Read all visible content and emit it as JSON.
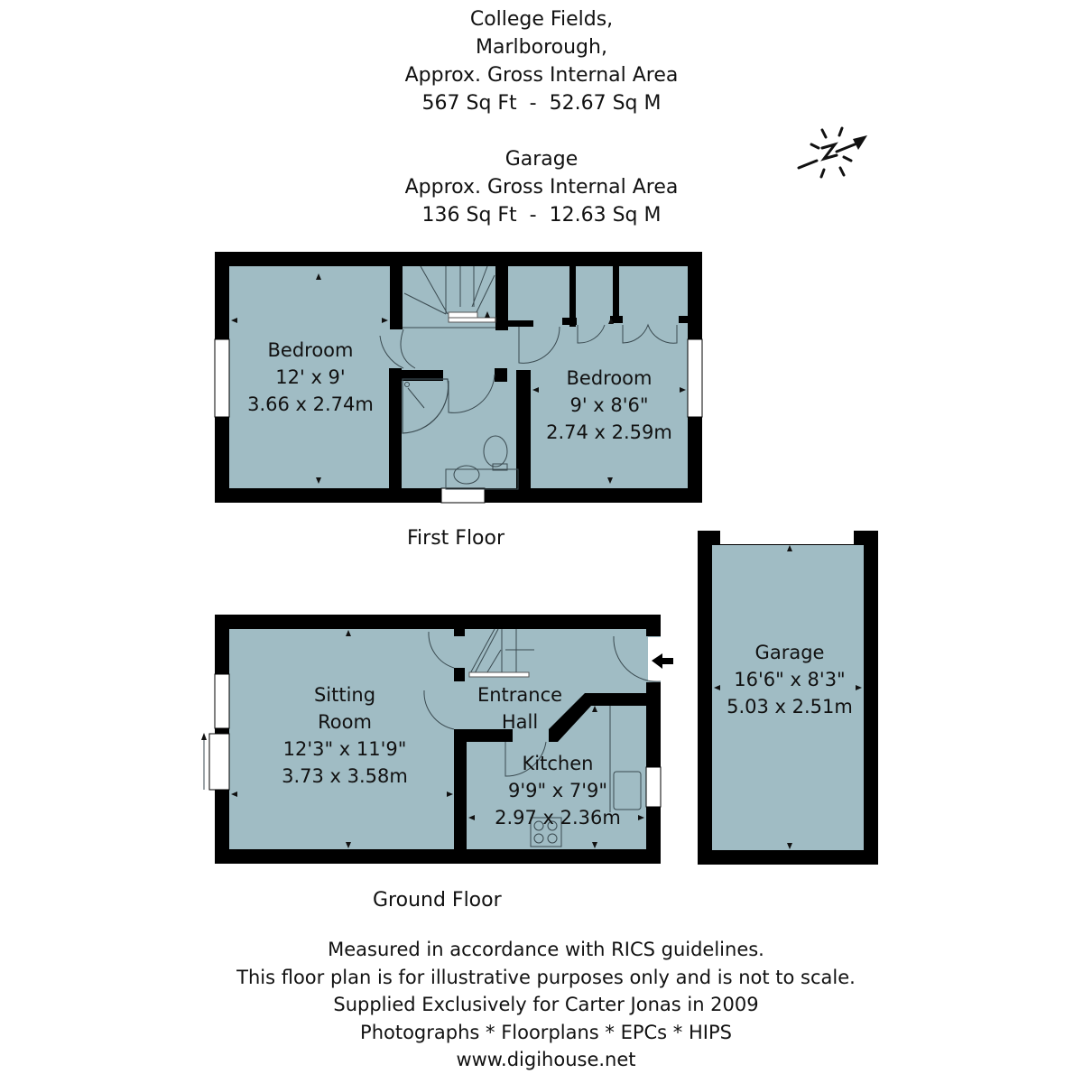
{
  "header": {
    "address_line1": "College Fields,",
    "address_line2": "Marlborough,",
    "area_label": "Approx. Gross Internal Area",
    "area_value": "567 Sq Ft  -  52.67 Sq M",
    "garage_title": "Garage",
    "garage_area_label": "Approx. Gross Internal Area",
    "garage_area_value": "136 Sq Ft  -  12.63 Sq M"
  },
  "compass": {
    "icon": "north-arrow-icon",
    "label": "N"
  },
  "colors": {
    "room_fill": "#a0bcc4",
    "wall": "#000000",
    "line": "#3a4a50",
    "window": "#ffffff"
  },
  "first_floor": {
    "title": "First Floor",
    "rooms": [
      {
        "name": "Bedroom",
        "imperial": "12' x 9'",
        "metric": "3.66 x 2.74m"
      },
      {
        "name": "Bedroom",
        "imperial": "9' x 8'6\"",
        "metric": "2.74 x 2.59m"
      }
    ]
  },
  "ground_floor": {
    "title": "Ground Floor",
    "rooms": [
      {
        "name_line1": "Sitting",
        "name_line2": "Room",
        "imperial": "12'3\" x 11'9\"",
        "metric": "3.73 x 3.58m"
      },
      {
        "name_line1": "Entrance",
        "name_line2": "Hall"
      },
      {
        "name": "Kitchen",
        "imperial": "9'9\" x 7'9\"",
        "metric": "2.97 x 2.36m"
      }
    ]
  },
  "garage": {
    "name": "Garage",
    "imperial": "16'6\" x 8'3\"",
    "metric": "5.03 x 2.51m"
  },
  "footer": {
    "line1": "Measured in accordance with RICS guidelines.",
    "line2": "This floor plan is for illustrative purposes only and is not to scale.",
    "line3": "Supplied Exclusively for Carter Jonas in 2009",
    "line4": "Photographs * Floorplans * EPCs * HIPS",
    "line5": "www.digihouse.net"
  }
}
